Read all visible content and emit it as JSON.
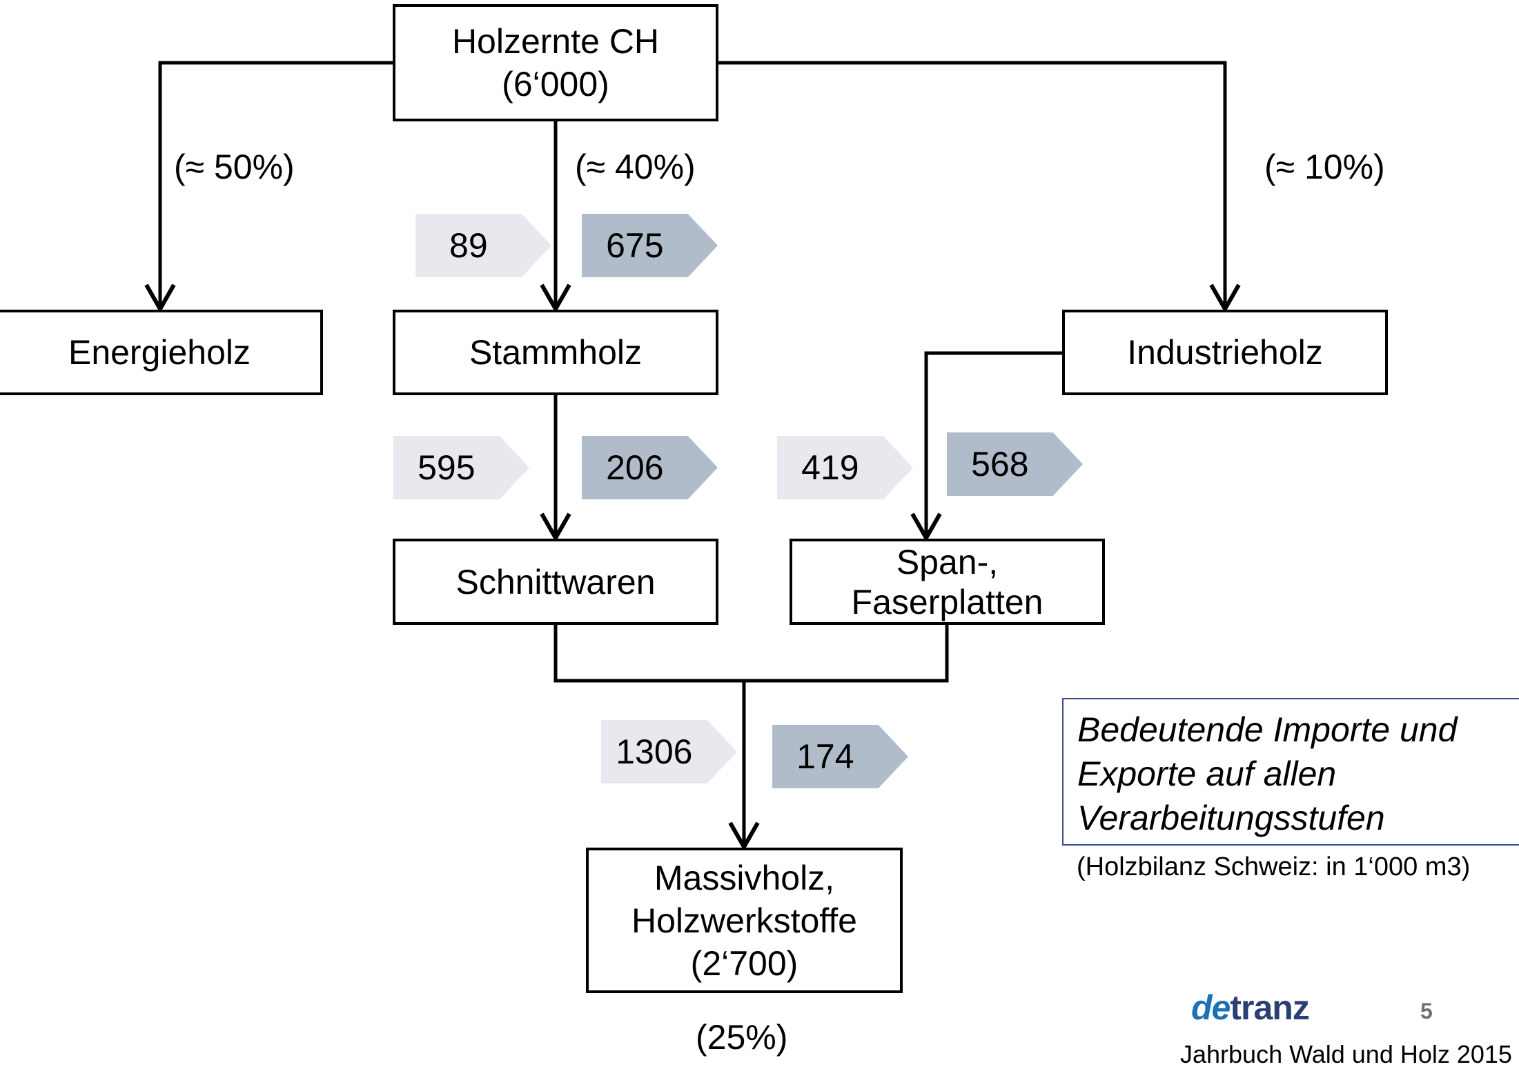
{
  "nodes": {
    "holzernte": {
      "line1": "Holzernte CH",
      "line2": "(6‘000)"
    },
    "energieholz": {
      "label": "Energieholz"
    },
    "stammholz": {
      "label": "Stammholz"
    },
    "industrieholz": {
      "label": "Industrieholz"
    },
    "schnittwaren": {
      "label": "Schnittwaren"
    },
    "span": {
      "line1": "Span-,",
      "line2": "Faserplatten"
    },
    "massivholz": {
      "line1": "Massivholz,",
      "line2": "Holzwerkstoffe",
      "line3": "(2‘700)"
    }
  },
  "shares": {
    "energie": "(≈ 50%)",
    "stamm": "(≈ 40%)",
    "industrie": "(≈ 10%)",
    "massivholz": "(25%)"
  },
  "flows": {
    "stammholz_import": "89",
    "stammholz_export": "675",
    "schnittwaren_import": "595",
    "schnittwaren_export": "206",
    "span_import": "419",
    "span_export": "568",
    "massivholz_import": "1306",
    "massivholz_export": "174"
  },
  "note": {
    "line1": "Bedeutende Importe und",
    "line2": "Exporte auf allen",
    "line3": "Verarbeitungsstufen",
    "source": "(Holzbilanz Schweiz: in 1‘000 m3)"
  },
  "footer": {
    "logo_de": "de",
    "logo_tranz": "tranz",
    "page_number": "5",
    "text": "Jahrbuch Wald und Holz 2015"
  },
  "colors": {
    "import_tag": "#e7e9ee",
    "export_tag": "#b1bccb",
    "note_border": "#3b4b8c",
    "logo_blue": "#1f6fb8",
    "logo_navy": "#2a3f73"
  }
}
